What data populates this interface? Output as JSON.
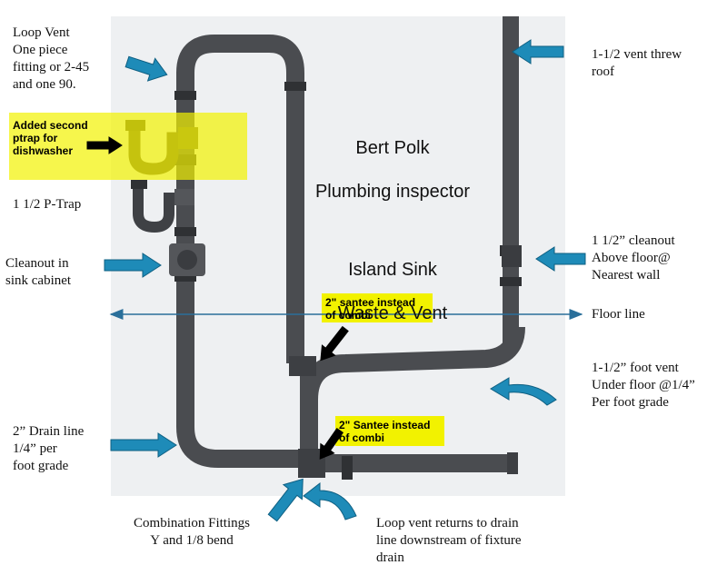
{
  "title": {
    "line1": "Bert Polk",
    "line2": "Plumbing inspector",
    "line3": "Island Sink",
    "line4": "Waste & Vent"
  },
  "labels": {
    "loop_vent": "Loop Vent\nOne piece\nfitting or 2-45\nand one 90.",
    "ptrap": "1 1/2 P-Trap",
    "cleanout_cabinet": "Cleanout in\nsink cabinet",
    "drain_line": "2” Drain line\n1/4” per\nfoot grade",
    "combo_fittings": "Combination Fittings\nY and 1/8 bend",
    "loop_returns": "Loop vent returns to drain\nline downstream of fixture\ndrain",
    "vent_roof": "1-1/2 vent threw\nroof",
    "cleanout_floor": "1 1/2” cleanout\nAbove floor@\nNearest wall",
    "floor_line": "Floor line",
    "foot_vent": "1-1/2” foot vent\nUnder floor @1/4”\nPer foot grade"
  },
  "highlights": {
    "ptrap_added": "Added second\nptrap for\ndishwasher",
    "santee_top": "2\" santee instead\nof combi",
    "santee_bottom": "2\" Santee instead\nof combi"
  },
  "colors": {
    "pipe": "#4a4c50",
    "pipe_dark": "#2f3134",
    "arrow": "#1e8bb8",
    "highlight": "#f2f200",
    "floor_line": "#2a6f9a",
    "backdrop": "#eef0f2"
  },
  "icons": {
    "arrow": "blue-block-arrow-icon",
    "curved_arrow": "blue-curved-arrow-icon",
    "black_arrow": "black-arrow-icon"
  }
}
